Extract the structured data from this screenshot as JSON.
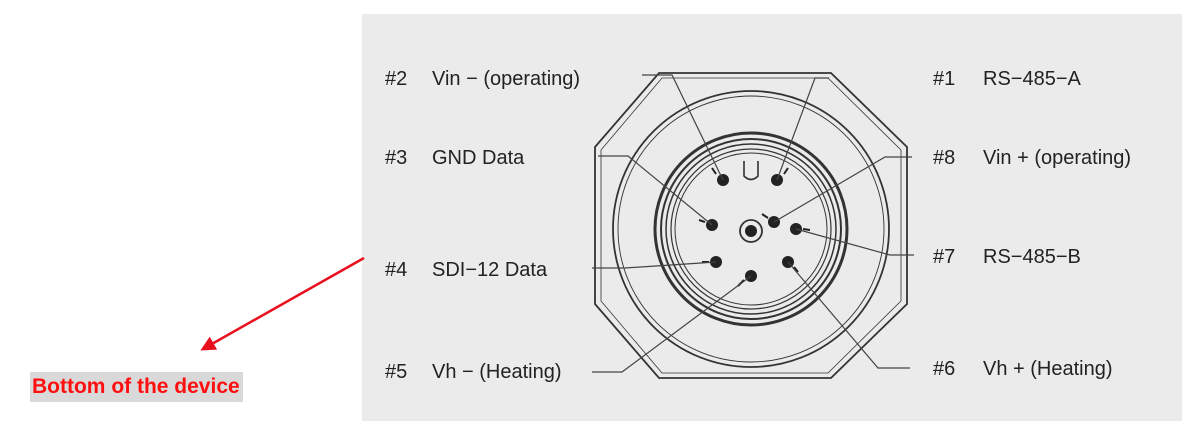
{
  "caption": "Bottom of the device",
  "colors": {
    "panel": "#ebebeb",
    "arrow": "#e8101e",
    "caption_text": "#ff1010",
    "caption_bg": "#d9d9d9",
    "line": "#333333"
  },
  "pins": [
    {
      "id": "2",
      "num": "#2",
      "name": "Vin −  (operating)"
    },
    {
      "id": "1",
      "num": "#1",
      "name": "RS−485−A"
    },
    {
      "id": "3",
      "num": "#3",
      "name": "GND Data"
    },
    {
      "id": "8",
      "num": "#8",
      "name": "Vin + (operating)"
    },
    {
      "id": "4",
      "num": "#4",
      "name": "SDI−12 Data"
    },
    {
      "id": "7",
      "num": "#7",
      "name": "RS−485−B"
    },
    {
      "id": "5",
      "num": "#5",
      "name": "Vh − (Heating)"
    },
    {
      "id": "6",
      "num": "#6",
      "name": "Vh + (Heating)"
    }
  ]
}
